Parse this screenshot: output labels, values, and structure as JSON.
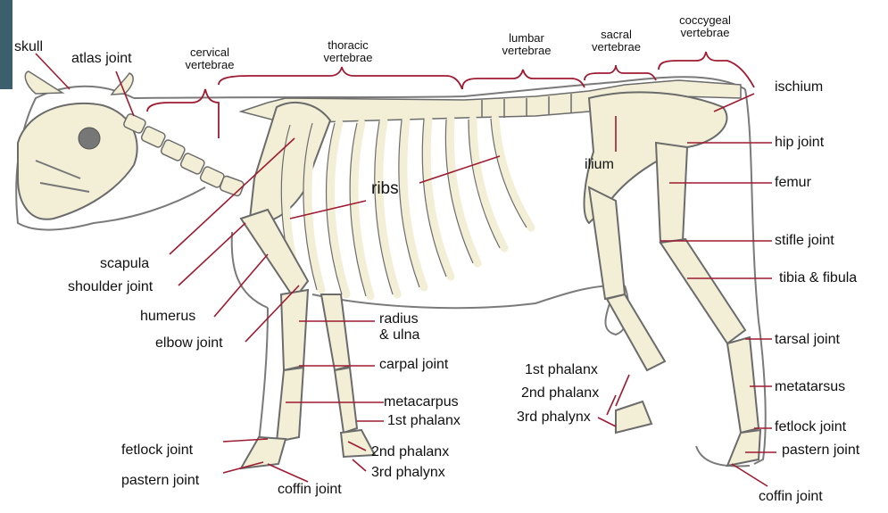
{
  "colors": {
    "bone_fill": "#f3efd6",
    "bone_stroke": "#6b6b6b",
    "outline": "#7a7a7a",
    "pointer_red": "#9e1b32",
    "corner_accent": "#3c5f6e"
  },
  "labels": {
    "skull": "skull",
    "atlas_joint": "atlas joint",
    "cervical_1": "cervical",
    "cervical_2": "vertebrae",
    "thoracic_1": "thoracic",
    "thoracic_2": "vertebrae",
    "lumbar_1": "lumbar",
    "lumbar_2": "vertebrae",
    "sacral_1": "sacral",
    "sacral_2": "vertebrae",
    "coccygeal_1": "coccygeal",
    "coccygeal_2": "vertebrae",
    "ischium": "ischium",
    "hip_joint": "hip joint",
    "ilium": "ilium",
    "femur": "femur",
    "ribs": "ribs",
    "stifle_joint": "stifle joint",
    "tibia_fibula": "tibia & fibula",
    "scapula": "scapula",
    "shoulder_joint": "shoulder joint",
    "humerus": "humerus",
    "elbow_joint": "elbow joint",
    "radius_1": "radius",
    "radius_2": "& ulna",
    "carpal_joint": "carpal joint",
    "tarsal_joint": "tarsal joint",
    "metatarsus": "metatarsus",
    "metacarpus": "metacarpus",
    "front_1st_phalanx": "1st phalanx",
    "front_2nd_phalanx": "2nd phalanx",
    "front_3rd_phalynx": "3rd phalynx",
    "hind_1st_phalanx": "1st phalanx",
    "hind_2nd_phalanx": "2nd phalanx",
    "hind_3rd_phalynx": "3rd phalynx",
    "fetlock_front": "fetlock joint",
    "pastern_front": "pastern joint",
    "coffin_front": "coffin joint",
    "fetlock_hind": "fetlock joint",
    "pastern_hind": "pastern joint",
    "coffin_hind": "coffin joint"
  }
}
